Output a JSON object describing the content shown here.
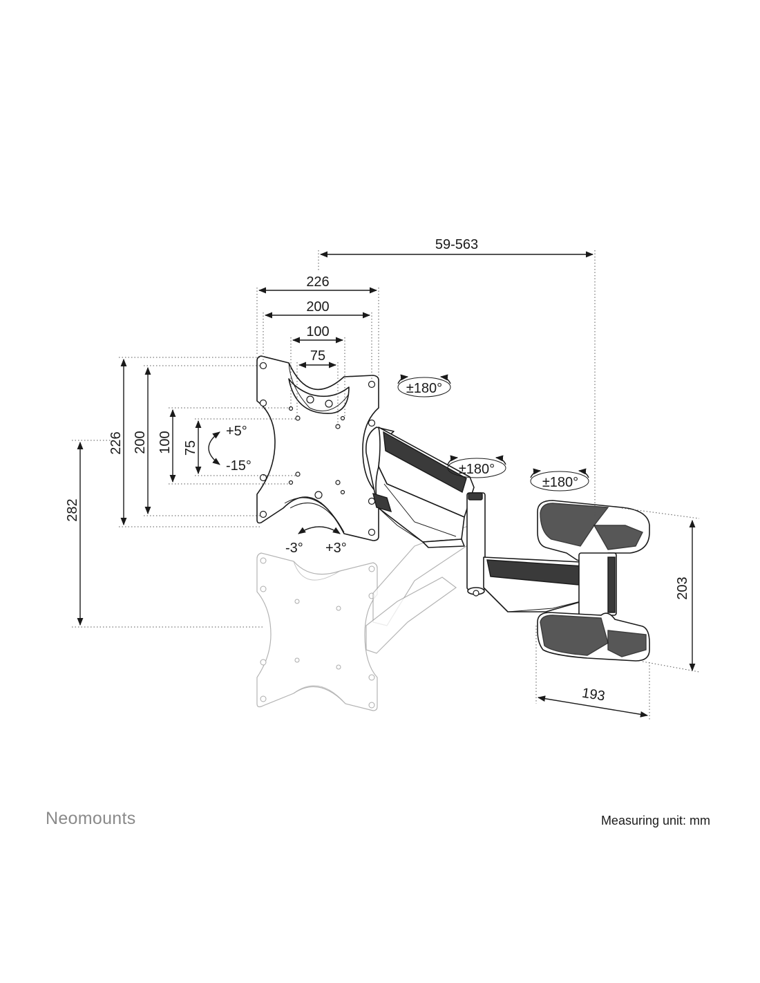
{
  "brand": "Neomounts",
  "unit_note": "Measuring unit: mm",
  "dimensions": {
    "depth_range": "59-563",
    "plate_width_226": "226",
    "plate_width_200": "200",
    "plate_width_100": "100",
    "plate_width_75": "75",
    "plate_height_226": "226",
    "plate_height_200": "200",
    "plate_height_100": "100",
    "plate_height_75": "75",
    "height_282": "282",
    "wall_plate_height": "203",
    "wall_plate_width": "193"
  },
  "angles": {
    "tilt_up": "+5°",
    "tilt_down": "-15°",
    "rotate_left": "-3°",
    "rotate_right": "+3°",
    "swivel_head": "±180°",
    "swivel_arm": "±180°",
    "swivel_wall": "±180°"
  }
}
